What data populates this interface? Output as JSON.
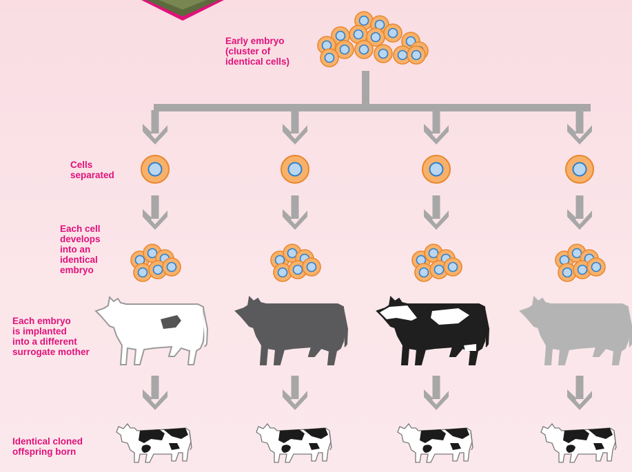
{
  "labels": {
    "early_embryo": "Early embryo\n(cluster of\nidentical cells)",
    "cells_separated": "Cells\nseparated",
    "each_cell_develops": "Each cell\ndevelops\ninto an\nidentical\nembryo",
    "each_embryo_implanted": "Each embryo\nis implanted\ninto a different\nsurrogate mother",
    "identical_offspring": "Identical cloned\noffspring born"
  },
  "colors": {
    "accent_text": "#e0117a",
    "arrow": "#a7a7a7",
    "cell_outer": "#f7b16a",
    "cell_ring": "#e8872e",
    "nucleus": "#b9d6f2",
    "nucleus_ring": "#2e7fc8",
    "photo_frame": "#e0117a"
  },
  "surrogates": [
    {
      "name": "white-cow",
      "body": "#ffffff",
      "outline": "#9a9a9a",
      "patch": "#555555"
    },
    {
      "name": "dark-grey-cow",
      "body": "#5a5a5c",
      "outline": "#5a5a5c",
      "patch": null
    },
    {
      "name": "holstein-cow",
      "body": "#1f1f1f",
      "outline": "#1f1f1f",
      "patch": "#ffffff"
    },
    {
      "name": "light-grey-cow",
      "body": "#b4b4b4",
      "outline": "#b4b4b4",
      "patch": null
    }
  ]
}
